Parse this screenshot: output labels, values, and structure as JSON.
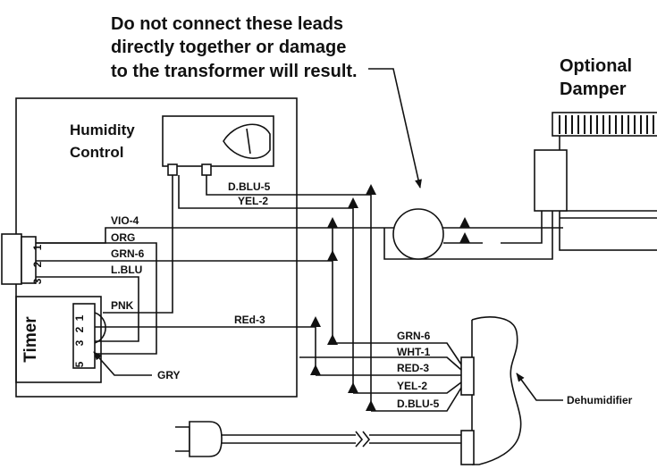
{
  "warning_lines": [
    "Do not connect these leads",
    "directly together or damage",
    "to the transformer will result."
  ],
  "damper_lines": [
    "Optional",
    "Damper"
  ],
  "humidity_control_lines": [
    "Humidity",
    "Control"
  ],
  "timer_label": "Timer",
  "dehumidifier_label": "Dehumidifier",
  "wire_labels": {
    "dblu5_top": "D.BLU-5",
    "yel2_top": "YEL-2",
    "vio4": "VIO-4",
    "org": "ORG",
    "grn6_left": "GRN-6",
    "lblu": "L.BLU",
    "pnk": "PNK",
    "red3_mid": "REd-3",
    "gry": "GRY",
    "grn6_right": "GRN-6",
    "wht1": "WHT-1",
    "red3_right": "RED-3",
    "yel2_right": "YEL-2",
    "dblu5_right": "D.BLU-5"
  },
  "switch_pins": [
    "1",
    "2",
    "3"
  ],
  "timer_pins": [
    "1",
    "2",
    "3",
    "5"
  ]
}
